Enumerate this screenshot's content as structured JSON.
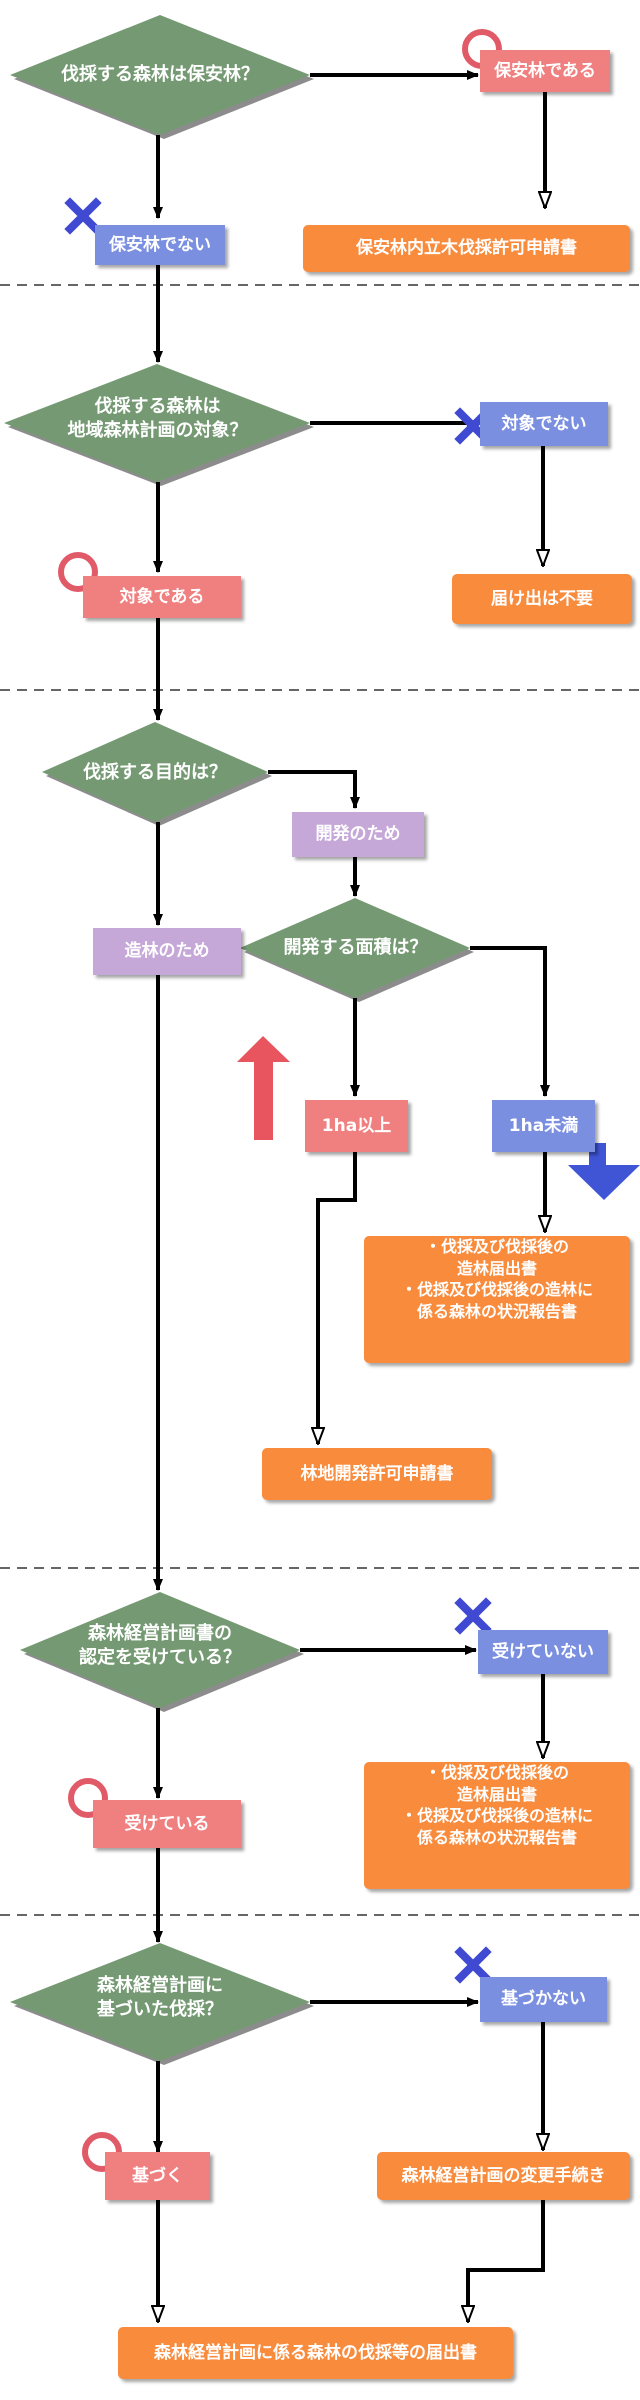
{
  "palette": {
    "decision": "#759a73",
    "decision_shadow": "#8c8c8c",
    "blue": "#7b8fe0",
    "pink": "#f08080",
    "purple": "#c5a8d8",
    "orange": "#f98b3c",
    "line": "#000000",
    "cross": "#3f49d1",
    "circle": "#e05a68",
    "arrow_up": "#e8555e",
    "arrow_down": "#3f55d6",
    "separator": "#666666"
  },
  "icons": {
    "yes": "circle-icon",
    "no": "cross-icon",
    "up": "arrow-up-icon",
    "down": "arrow-down-icon"
  },
  "sec1": {
    "q": "伐採する森林は保安林？",
    "yes": "保安林である",
    "no": "保安林でない",
    "result": "保安林内立木伐採許可申請書"
  },
  "sec2": {
    "q": [
      "伐採する森林は",
      "地域森林計画の対象？"
    ],
    "no": "対象でない",
    "result": "届け出は不要",
    "yes": "対象である"
  },
  "sec3": {
    "q": "伐採する目的は？",
    "dev": "開発のため",
    "afforest": "造林のため",
    "q2": "開発する面積は？",
    "over": "1ha以上",
    "under": "1ha未満",
    "notice": [
      "・伐採及び伐採後の",
      "造林届出書",
      "・伐採及び伐採後の造林に",
      "係る森林の状況報告書"
    ],
    "permit": "林地開発許可申請書"
  },
  "sec4": {
    "q": [
      "森林経営計画書の",
      "認定を受けている？"
    ],
    "no": "受けていない",
    "notice": [
      "・伐採及び伐採後の",
      "造林届出書",
      "・伐採及び伐採後の造林に",
      "係る森林の状況報告書"
    ],
    "yes": "受けている"
  },
  "sec5": {
    "q": [
      "森林経営計画に",
      "基づいた伐採？"
    ],
    "no": "基づかない",
    "change": "森林経営計画の変更手続き",
    "yes": "基づく",
    "final": "森林経営計画に係る森林の伐採等の届出書"
  }
}
